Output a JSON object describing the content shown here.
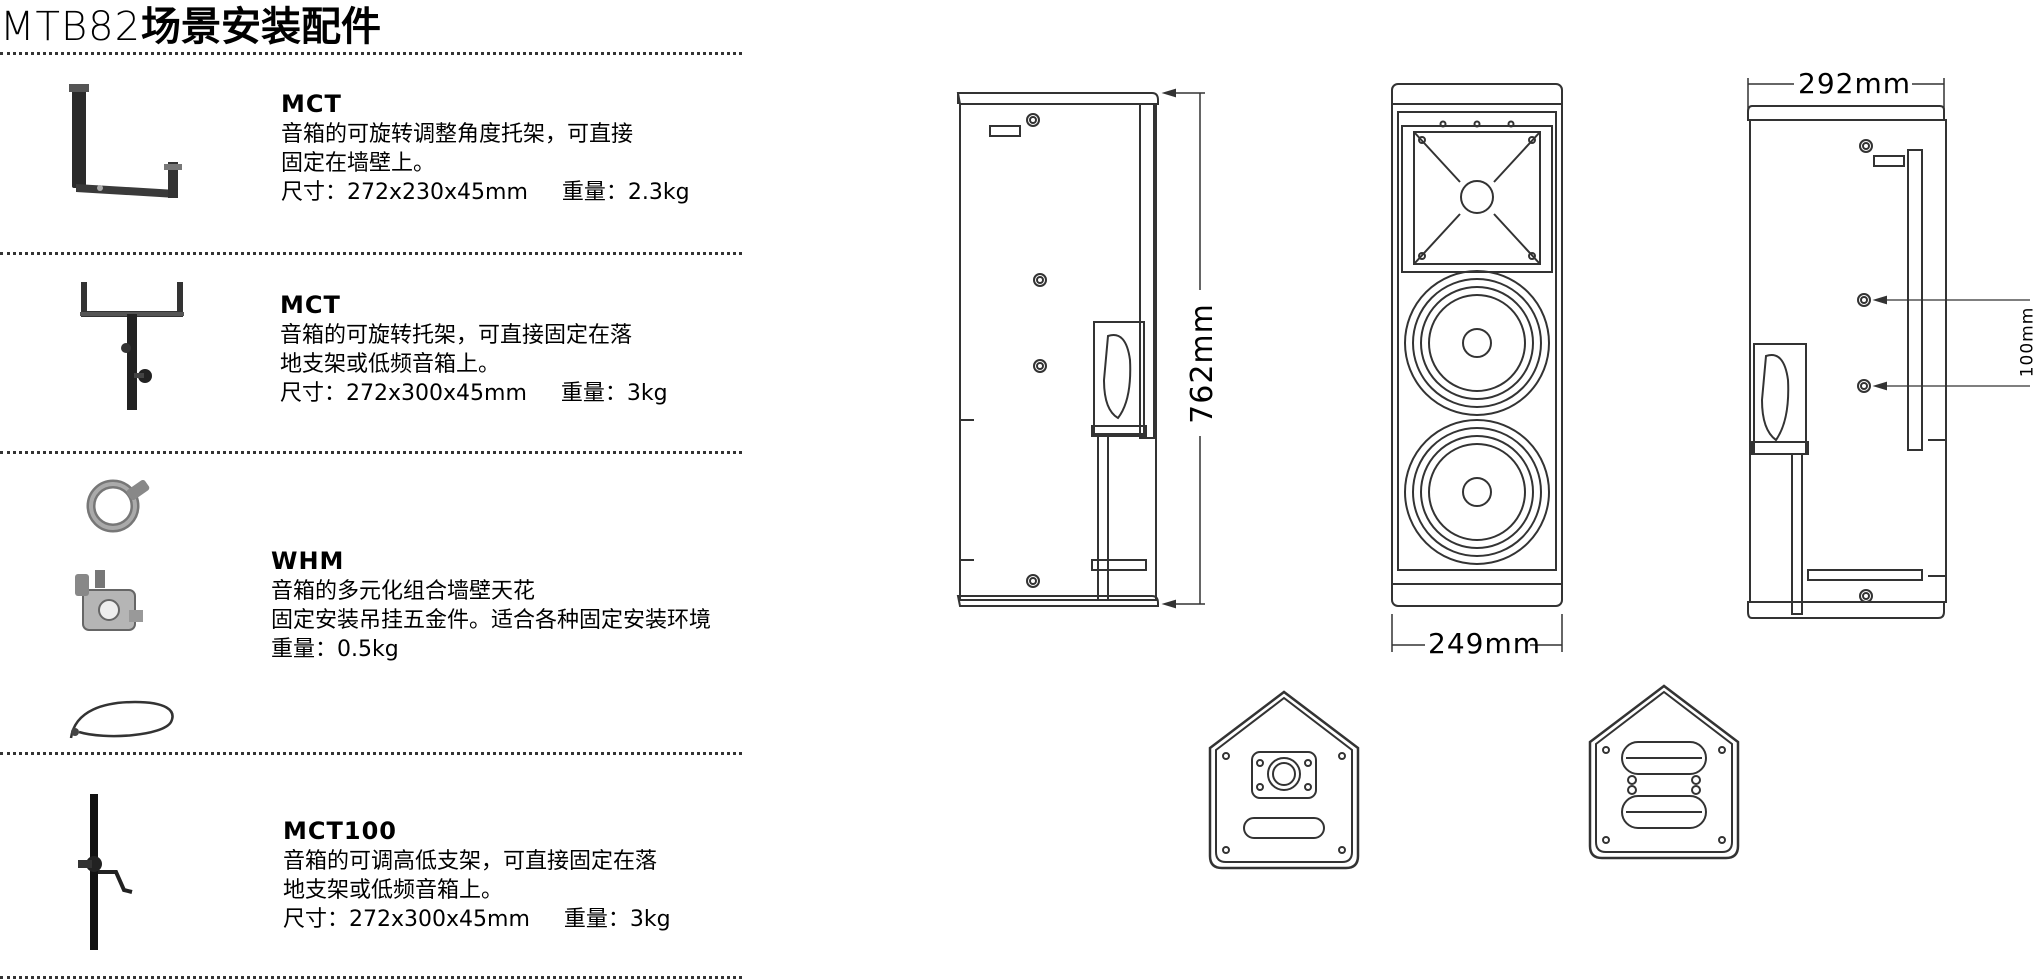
{
  "title": {
    "model": "MTB82",
    "cn": "场景安装配件"
  },
  "accessories": [
    {
      "name": "MCT",
      "desc_lines": [
        "音箱的可旋转调整角度托架，可直接",
        "固定在墙壁上。"
      ],
      "size": "尺寸：272x230x45mm",
      "weight": "重量：2.3kg",
      "icon": "wall-bracket-icon"
    },
    {
      "name": "MCT",
      "desc_lines": [
        "音箱的可旋转托架，可直接固定在落",
        "地支架或低频音箱上。"
      ],
      "size": "尺寸：272x300x45mm",
      "weight": "重量：3kg",
      "icon": "pole-bracket-icon"
    },
    {
      "name": "WHM",
      "desc_lines": [
        "音箱的多元化组合墙壁天花",
        "固定安装吊挂五金件。适合各种固定安装环境"
      ],
      "size": "",
      "weight": "重量：0.5kg",
      "icon": "eyebolt-clamp-cable-icon"
    },
    {
      "name": "MCT100",
      "desc_lines": [
        "音箱的可调高低支架，可直接固定在落",
        "地支架或低频音箱上。"
      ],
      "size": "尺寸：272x300x45mm",
      "weight": "重量：3kg",
      "icon": "height-stand-icon"
    }
  ],
  "dimensions": {
    "height": "762mm",
    "width": "249mm",
    "depth": "292mm",
    "spacing": "100mm"
  }
}
